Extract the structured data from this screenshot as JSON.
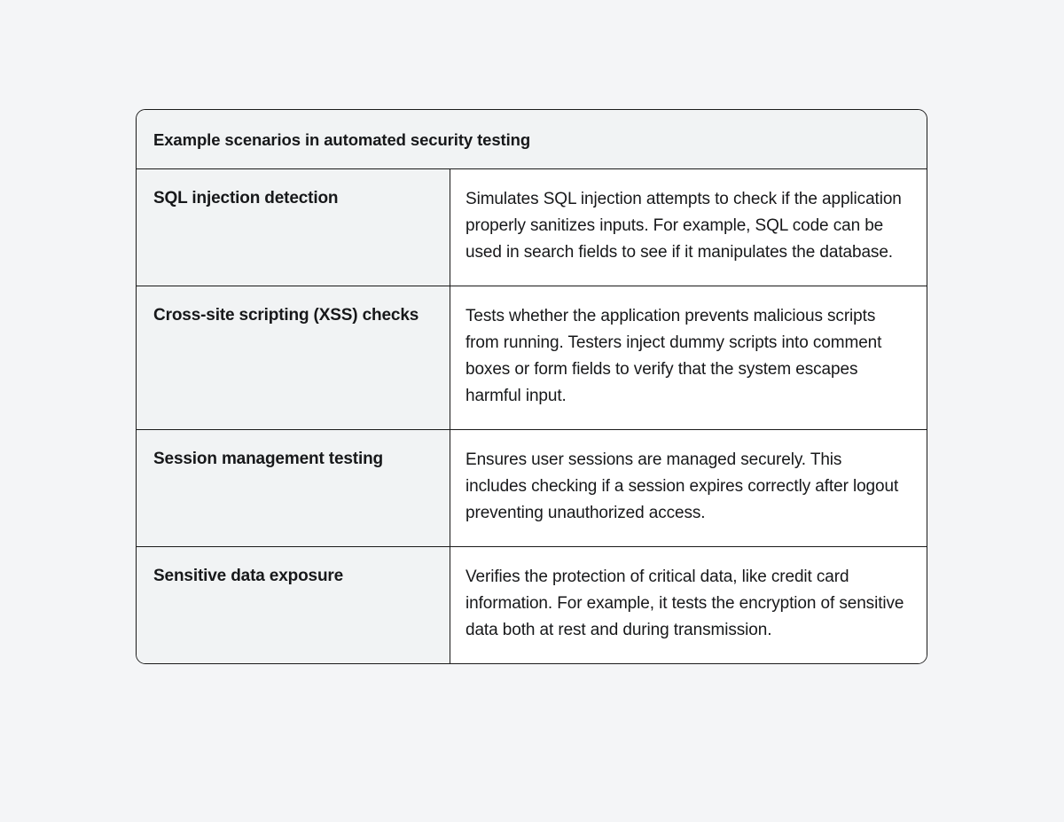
{
  "document": {
    "background_color": "#f4f5f7",
    "table": {
      "border_color": "#1a1a1a",
      "header_background": "#f1f3f4",
      "term_column_background": "#f1f3f4",
      "description_column_background": "#ffffff",
      "text_color": "#17181a",
      "title": "Example scenarios in automated security testing",
      "rows": [
        {
          "term": "SQL injection detection",
          "description": "Simulates SQL injection attempts to check if the application properly sanitizes inputs. For example, SQL code can be used in search fields to see if it manipulates the database."
        },
        {
          "term": "Cross-site scripting (XSS) checks",
          "description": "Tests whether the application prevents malicious scripts from running. Testers inject dummy scripts into comment boxes or form fields to verify that the system escapes harmful input."
        },
        {
          "term": "Session management testing",
          "description": "Ensures user sessions are managed securely. This includes checking if a session expires correctly after logout preventing unauthorized access."
        },
        {
          "term": "Sensitive data exposure",
          "description": "Verifies the protection of critical data, like credit card information. For example, it tests the encryption of sensitive data both at rest and during transmission."
        }
      ]
    }
  }
}
